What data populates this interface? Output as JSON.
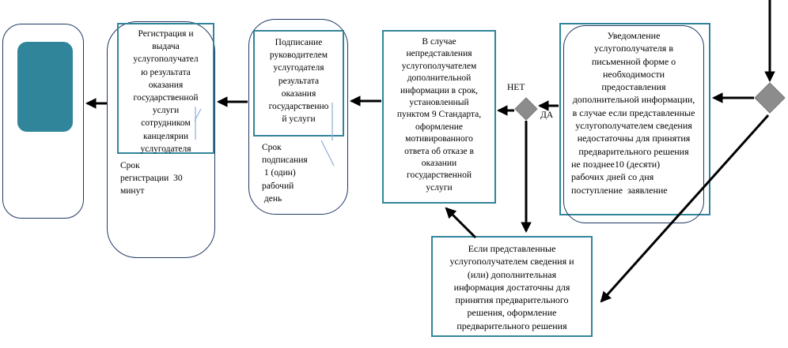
{
  "diagram": {
    "type": "flowchart",
    "language": "ru",
    "nodes": {
      "registration": {
        "title": "Регистрация и\nвыдача\nуслугополучател\nю результата\nоказания\nгосударственной\nуслуги\nсотрудником\nканцелярии\nуслугодателя",
        "note": "Срок\nрегистрации  30\nминут"
      },
      "signing": {
        "title": "Подписание\nруководителем\nуслугодателя\nрезультата\nоказания\nгосударственно\nй услуги",
        "note": "Срок\nподписания\n 1 (один)\nрабочий\n день"
      },
      "refusal": {
        "text": "В случае\nнепредставления\nуслугополучателем\nдополнительной\nинформации в срок,\nустановленный\nпунктом 9 Стандарта,\nоформление\nмотивированного\nответа об отказе в\nоказании\nгосударственной\nуслуги"
      },
      "notification": {
        "text_top": "Уведомление\nуслугополучателя в\nписьменной форме о\nнеобходимости\nпредоставления\nдополнительной информации,\nв случае если представленные\nуслугополучателем сведения\nнедостаточны для принятия\nпредварительного решения",
        "text_bottom": "не позднее10 (десяти)\nрабочих дней со дня\nпоступление  заявление"
      },
      "preliminary": {
        "text": "Если представленные\nуслугополучателем сведения и\n(или) дополнительная\nинформация достаточны для\nпринятия предварительного\nрешения, оформление\nпредварительного решения"
      }
    },
    "decision_labels": {
      "no": "НЕТ",
      "yes": "ДА"
    },
    "colors": {
      "teal": "#31859B",
      "navy": "#203864",
      "gray": "#8C8C8C",
      "arrow": "#000000",
      "leader": "#95B3D7"
    }
  }
}
